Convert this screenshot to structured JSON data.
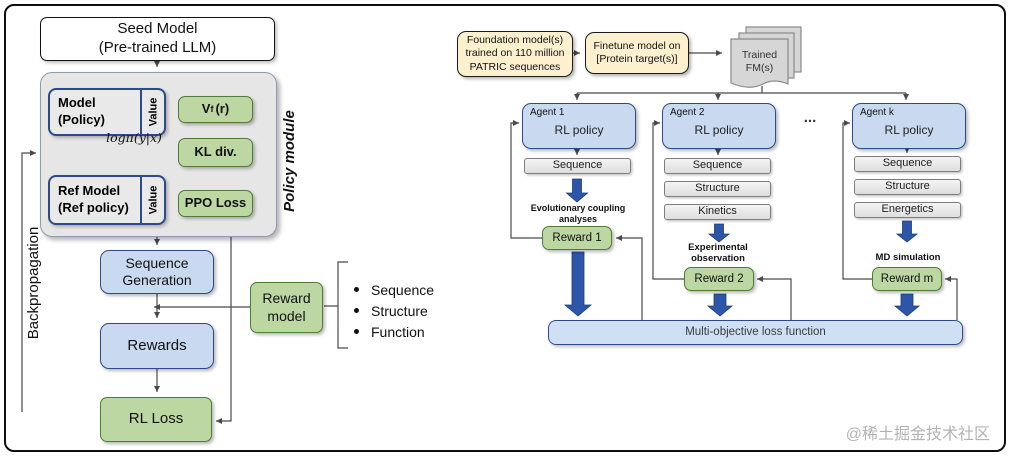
{
  "left": {
    "seed_model": "Seed Model\n(Pre-trained LLM)",
    "policy_module_label": "Policy module",
    "backprop_label": "Backpropagation",
    "model_policy": "Model\n(Policy)",
    "model_value": "Value",
    "ref_model": "Ref Model\n(Ref policy)",
    "ref_value": "Value",
    "vf": {
      "base": "V",
      "sub": "f",
      "rest": "(r)"
    },
    "log_label": "logπ(y|x)",
    "kl": "KL div.",
    "ppo": "PPO Loss",
    "seq_gen": "Sequence\nGeneration",
    "rewards": "Rewards",
    "rl_loss": "RL Loss",
    "reward_model": "Reward\nmodel",
    "bullets": [
      "Sequence",
      "Structure",
      "Function"
    ]
  },
  "right": {
    "foundation": "Foundation model(s)\ntrained on 110 million\nPATRIC sequences",
    "finetune": "Finetune model on\n[Protein target(s)]",
    "trained_fm": "Trained\nFM(s)",
    "ellipsis": "...",
    "agents": [
      {
        "title": "Agent 1",
        "policy": "RL policy",
        "outputs": [
          "Sequence"
        ],
        "method": "Evolutionary coupling\nanalyses",
        "reward": "Reward 1"
      },
      {
        "title": "Agent 2",
        "policy": "RL policy",
        "outputs": [
          "Sequence",
          "Structure",
          "Kinetics"
        ],
        "method": "Experimental\nobservation",
        "reward": "Reward 2"
      },
      {
        "title": "Agent k",
        "policy": "RL policy",
        "outputs": [
          "Sequence",
          "Structure",
          "Energetics"
        ],
        "method": "MD simulation",
        "reward": "Reward m"
      }
    ],
    "loss_bar": "Multi-objective loss function"
  },
  "watermark": "@稀土掘金技术社区",
  "colors": {
    "arrow_blue": "#2d55a8",
    "green_fill": "#bdd7a3",
    "blue_fill": "#c9d9f0",
    "cream_fill": "#fdf0cf",
    "gray_module": "#e6e6e6",
    "loss_fill": "#cfe0f5",
    "watermark_gray": "#b3b3b3"
  }
}
